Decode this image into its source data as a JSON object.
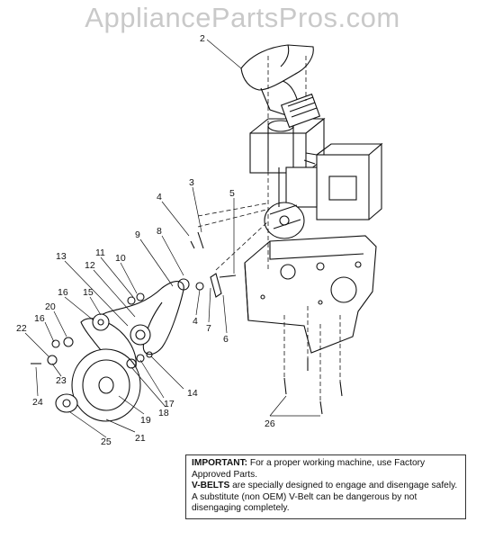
{
  "watermark": "AppliancePartsPros.com",
  "callouts": [
    "2",
    "3",
    "4",
    "5",
    "9",
    "8",
    "11",
    "10",
    "13",
    "12",
    "16",
    "15",
    "20",
    "16",
    "22",
    "4",
    "7",
    "6",
    "23",
    "14",
    "17",
    "18",
    "19",
    "24",
    "21",
    "25",
    "26"
  ],
  "note": {
    "important_label": "IMPORTANT:",
    "important_text": " For a proper working machine, use Factory Approved Parts.",
    "vbelts_label": "V-BELTS",
    "vbelts_text": " are specially designed to engage and disengage safely. A substitute (non OEM) V-Belt can be dangerous by not disengaging completely."
  }
}
